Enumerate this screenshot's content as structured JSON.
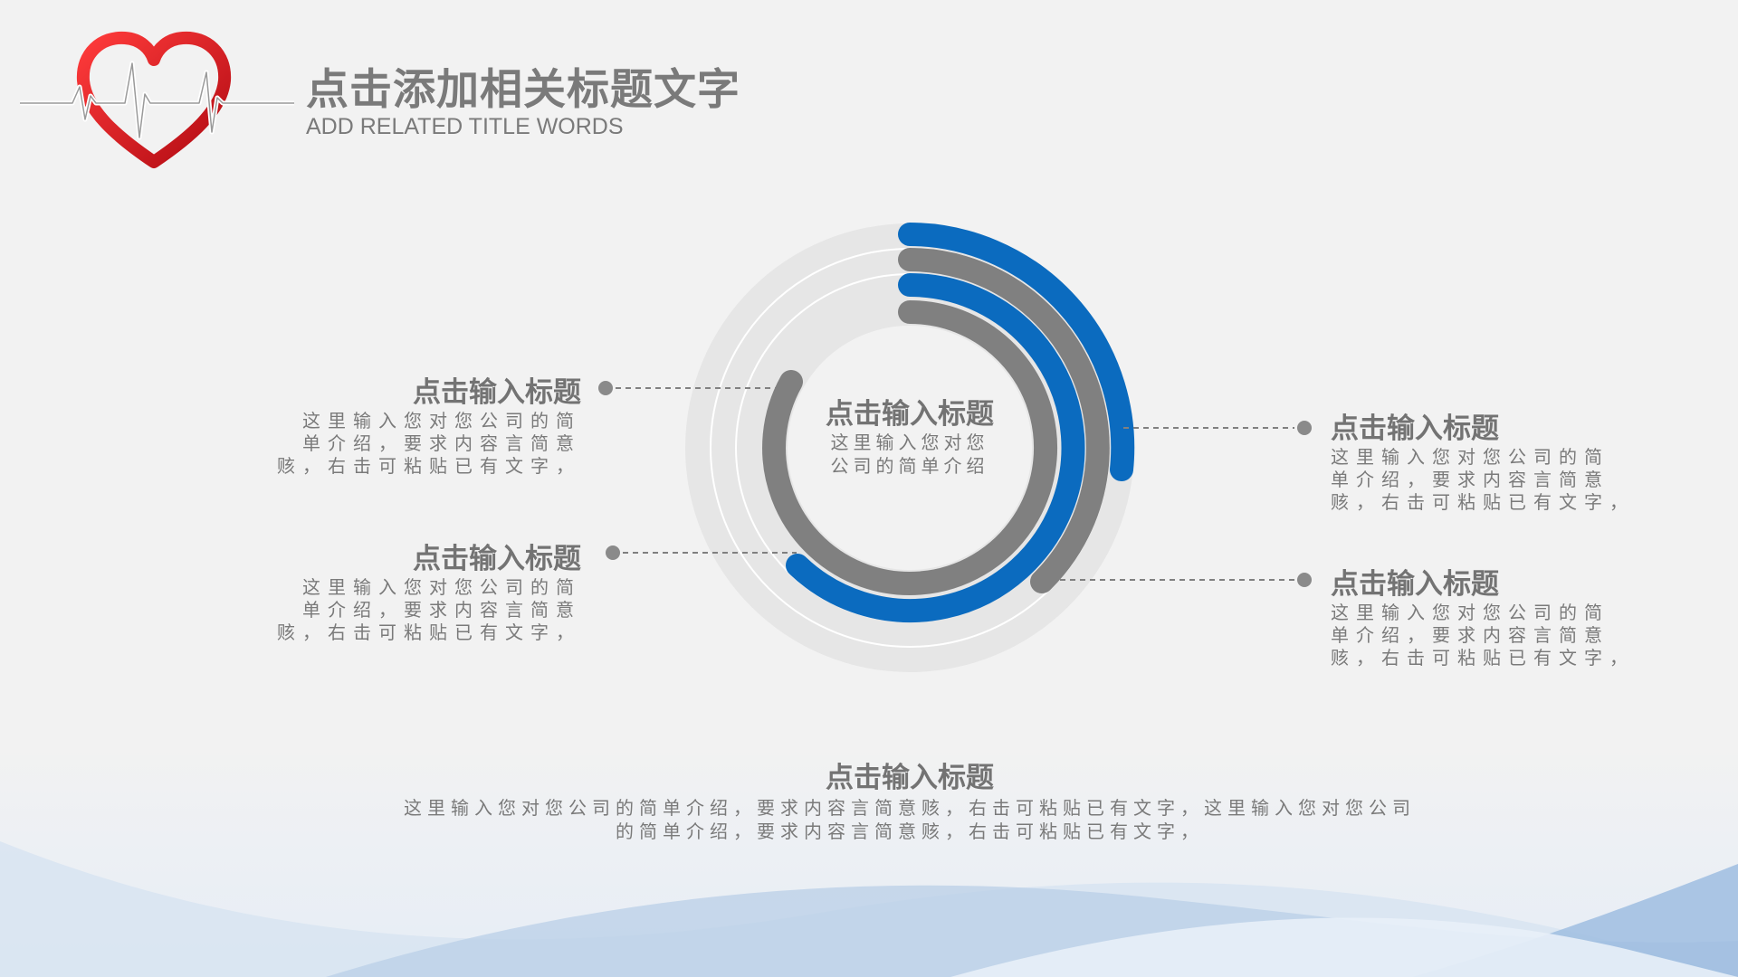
{
  "header": {
    "title": "点击添加相关标题文字",
    "subtitle": "ADD RELATED TITLE WORDS"
  },
  "colors": {
    "background": "#f2f2f2",
    "blue": "#0b6bbf",
    "gray_arc": "#808080",
    "track": "#e6e6e6",
    "text": "#7a7a7a",
    "heart": "#d9141c"
  },
  "icons": {
    "logo": "heart-ecg-icon"
  },
  "center": {
    "title": "点击输入标题",
    "desc": "这里输入您对您\n公司的简单介绍"
  },
  "items": [
    {
      "title": "点击输入标题",
      "desc": "这里输入您对您公司的简\n单介绍，要求内容言简意\n赅，右击可粘贴已有文字，"
    },
    {
      "title": "点击输入标题",
      "desc": "这里输入您对您公司的简\n单介绍，要求内容言简意\n赅，右击可粘贴已有文字，"
    },
    {
      "title": "点击输入标题",
      "desc": "这里输入您对您公司的简\n单介绍，要求内容言简意\n赅，右击可粘贴已有文字，"
    },
    {
      "title": "点击输入标题",
      "desc": "这里输入您对您公司的简\n单介绍，要求内容言简意\n赅，右击可粘贴已有文字，"
    }
  ],
  "footer": {
    "title": "点击输入标题",
    "desc": "这里输入您对您公司的简单介绍，要求内容言简意赅，右击可粘贴已有文字，这里输入您对您公司\n的简单介绍，要求内容言简意赅，右击可粘贴已有文字，"
  }
}
